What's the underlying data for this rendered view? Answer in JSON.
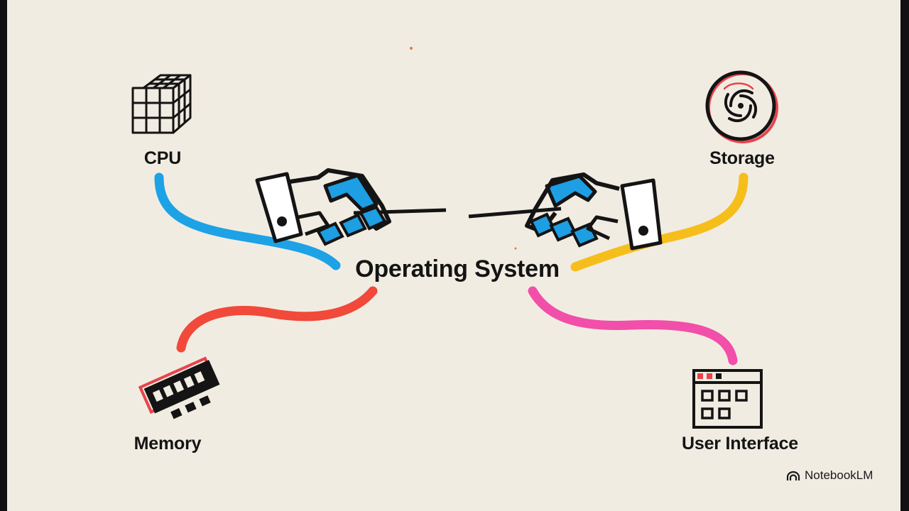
{
  "center": {
    "label": "Operating System"
  },
  "nodes": [
    {
      "id": "cpu",
      "label": "CPU",
      "icon": "cube-grid-icon",
      "connector_color": "#1da2e6"
    },
    {
      "id": "storage",
      "label": "Storage",
      "icon": "disk-spiral-icon",
      "connector_color": "#f6be1b"
    },
    {
      "id": "memory",
      "label": "Memory",
      "icon": "memory-chip-icon",
      "connector_color": "#f1493a"
    },
    {
      "id": "ui",
      "label": "User Interface",
      "icon": "app-window-icon",
      "connector_color": "#f14fa9"
    }
  ],
  "hands": {
    "icon": "hands-pulling-rope-icon",
    "accent": "#1e9ee3"
  },
  "brand": {
    "name": "NotebookLM",
    "icon": "notebooklm-logo-icon"
  },
  "colors": {
    "background": "#f1ece2",
    "ink": "#141414",
    "accent_red": "#e8434b"
  }
}
